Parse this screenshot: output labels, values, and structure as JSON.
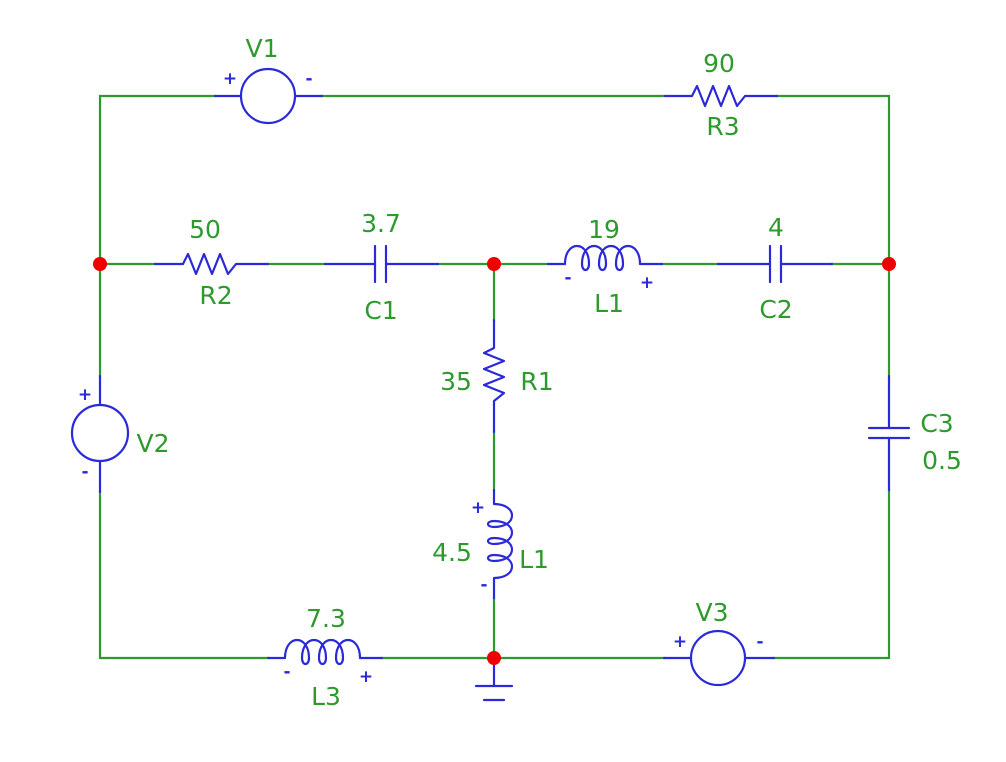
{
  "components": {
    "V1": {
      "name": "V1",
      "pos": "+",
      "neg": "-"
    },
    "V2": {
      "name": "V2",
      "pos": "+",
      "neg": "-"
    },
    "V3": {
      "name": "V3",
      "pos": "+",
      "neg": "-"
    },
    "R3": {
      "name": "R3",
      "value": "90"
    },
    "R2": {
      "name": "R2",
      "value": "50"
    },
    "R1": {
      "name": "R1",
      "value": "35"
    },
    "C1": {
      "name": "C1",
      "value": "3.7"
    },
    "C2": {
      "name": "C2",
      "value": "4"
    },
    "C3": {
      "name": "C3",
      "value": "0.5"
    },
    "L1_top": {
      "name": "L1",
      "value": "19",
      "pos": "+",
      "neg": "-"
    },
    "L1_mid": {
      "name": "L1",
      "value": "4.5",
      "pos": "+",
      "neg": "-"
    },
    "L3": {
      "name": "L3",
      "value": "7.3",
      "pos": "+",
      "neg": "-"
    }
  },
  "colors": {
    "wire": "#2e9a2e",
    "component": "#2a2ad8",
    "node": "#ee0000",
    "label": "#2e9a2e"
  }
}
